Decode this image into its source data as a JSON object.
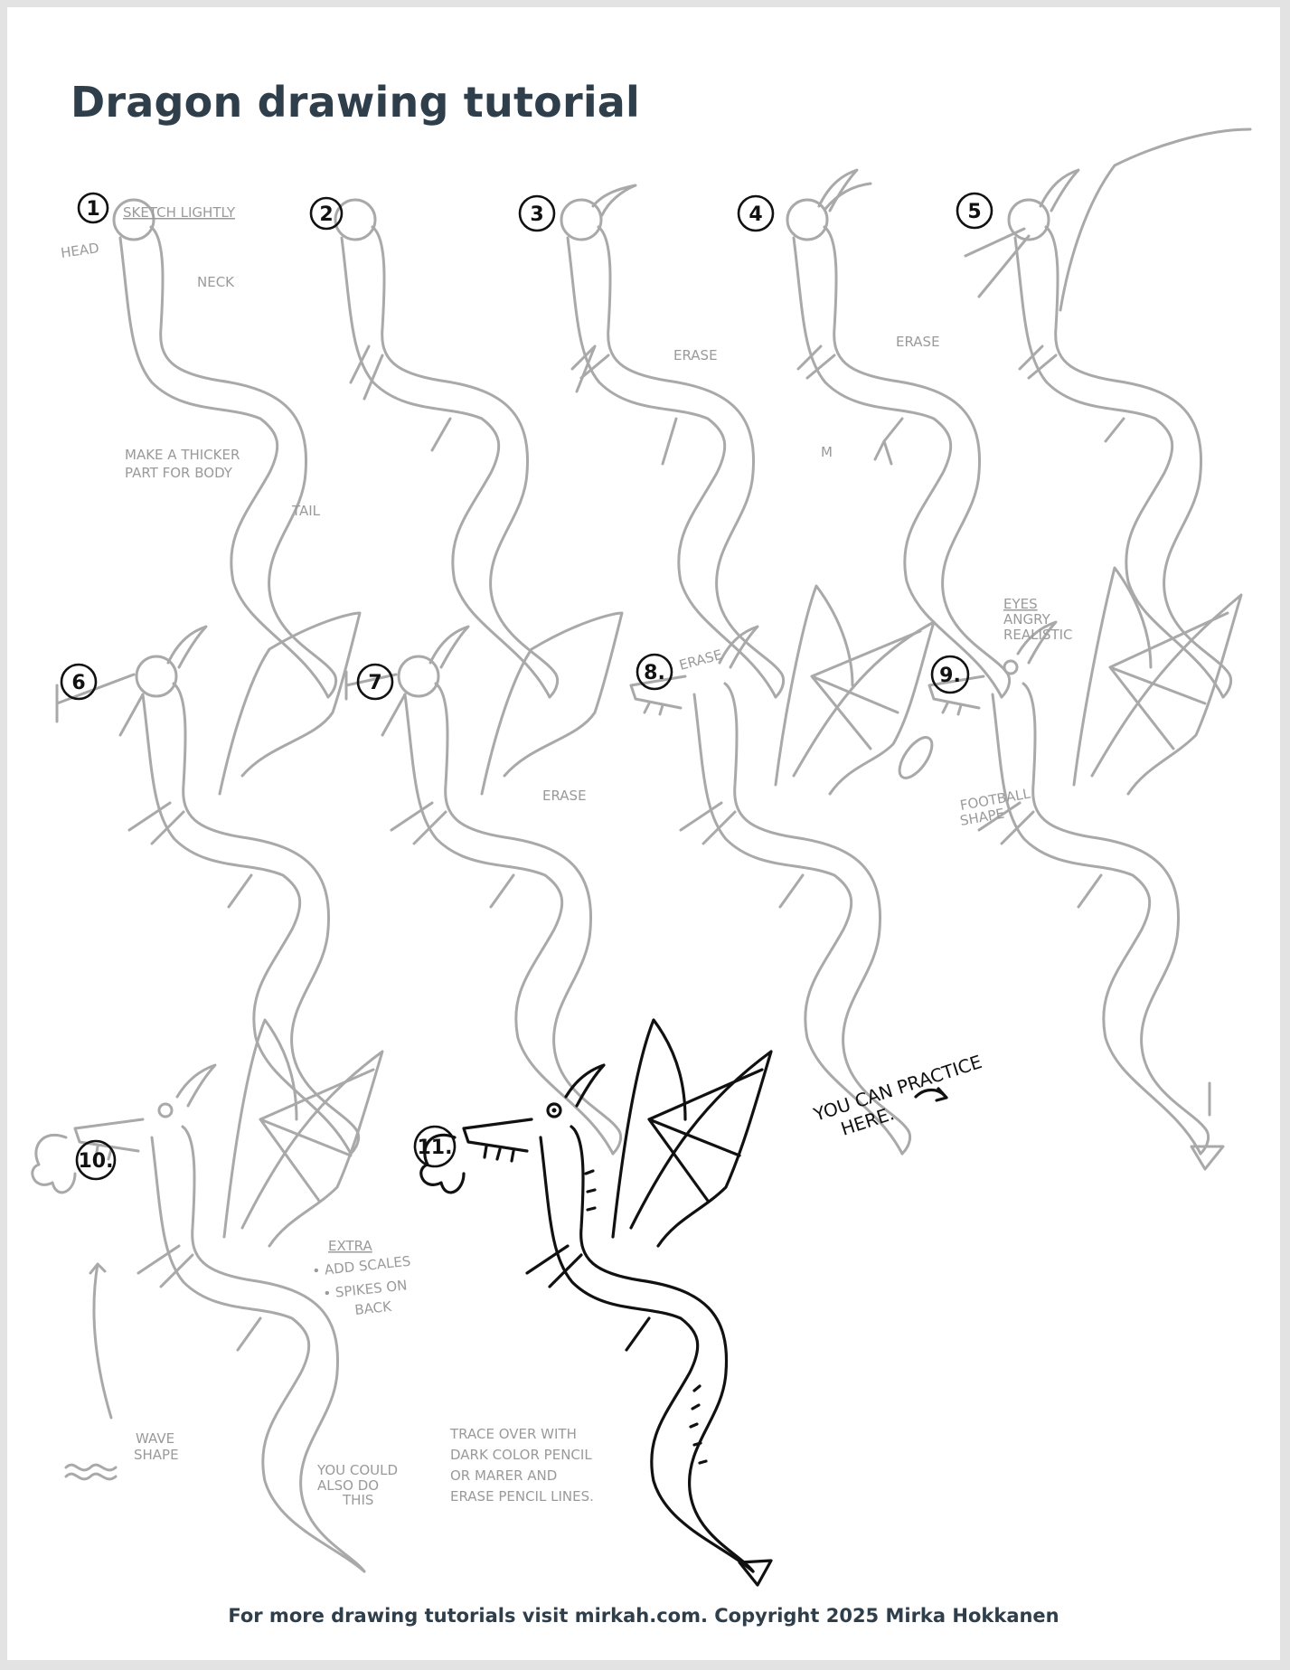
{
  "title": "Dragon drawing tutorial",
  "footer": "For more drawing tutorials visit mirkah.com.  Copyright 2025 Mirka Hokkanen",
  "steps": [
    {
      "number": "1",
      "notes": [
        "SKETCH LIGHTLY",
        "HEAD",
        "NECK",
        "MAKE A THICKER",
        "PART FOR BODY",
        "TAIL"
      ]
    },
    {
      "number": "2",
      "notes": []
    },
    {
      "number": "3",
      "notes": [
        "ERASE"
      ]
    },
    {
      "number": "4",
      "notes": [
        "ERASE",
        "M"
      ]
    },
    {
      "number": "5",
      "notes": []
    },
    {
      "number": "6",
      "notes": []
    },
    {
      "number": "7",
      "notes": [
        "ERASE"
      ]
    },
    {
      "number": "8.",
      "notes": [
        "ERASE"
      ]
    },
    {
      "number": "9.",
      "notes": [
        "EYES",
        "ANGRY",
        "REALISTIC",
        "FOOTBALL",
        "SHAPE"
      ]
    },
    {
      "number": "10.",
      "notes": [
        "EXTRA",
        "• ADD SCALES",
        "• SPIKES ON",
        "BACK",
        "WAVE",
        "SHAPE",
        "YOU COULD",
        "ALSO DO",
        "THIS"
      ]
    },
    {
      "number": "11.",
      "notes": [
        "TRACE OVER WITH",
        "DARK COLOR PENCIL",
        "OR MARER AND",
        "ERASE PENCIL LINES."
      ]
    }
  ],
  "practice_note": [
    "YOU CAN PRACTICE",
    "HERE."
  ],
  "colors": {
    "title": "#2f3e4b",
    "pencil": "#a9a9a9",
    "ink": "#111111",
    "page": "#ffffff",
    "border": "#e3e3e3"
  }
}
